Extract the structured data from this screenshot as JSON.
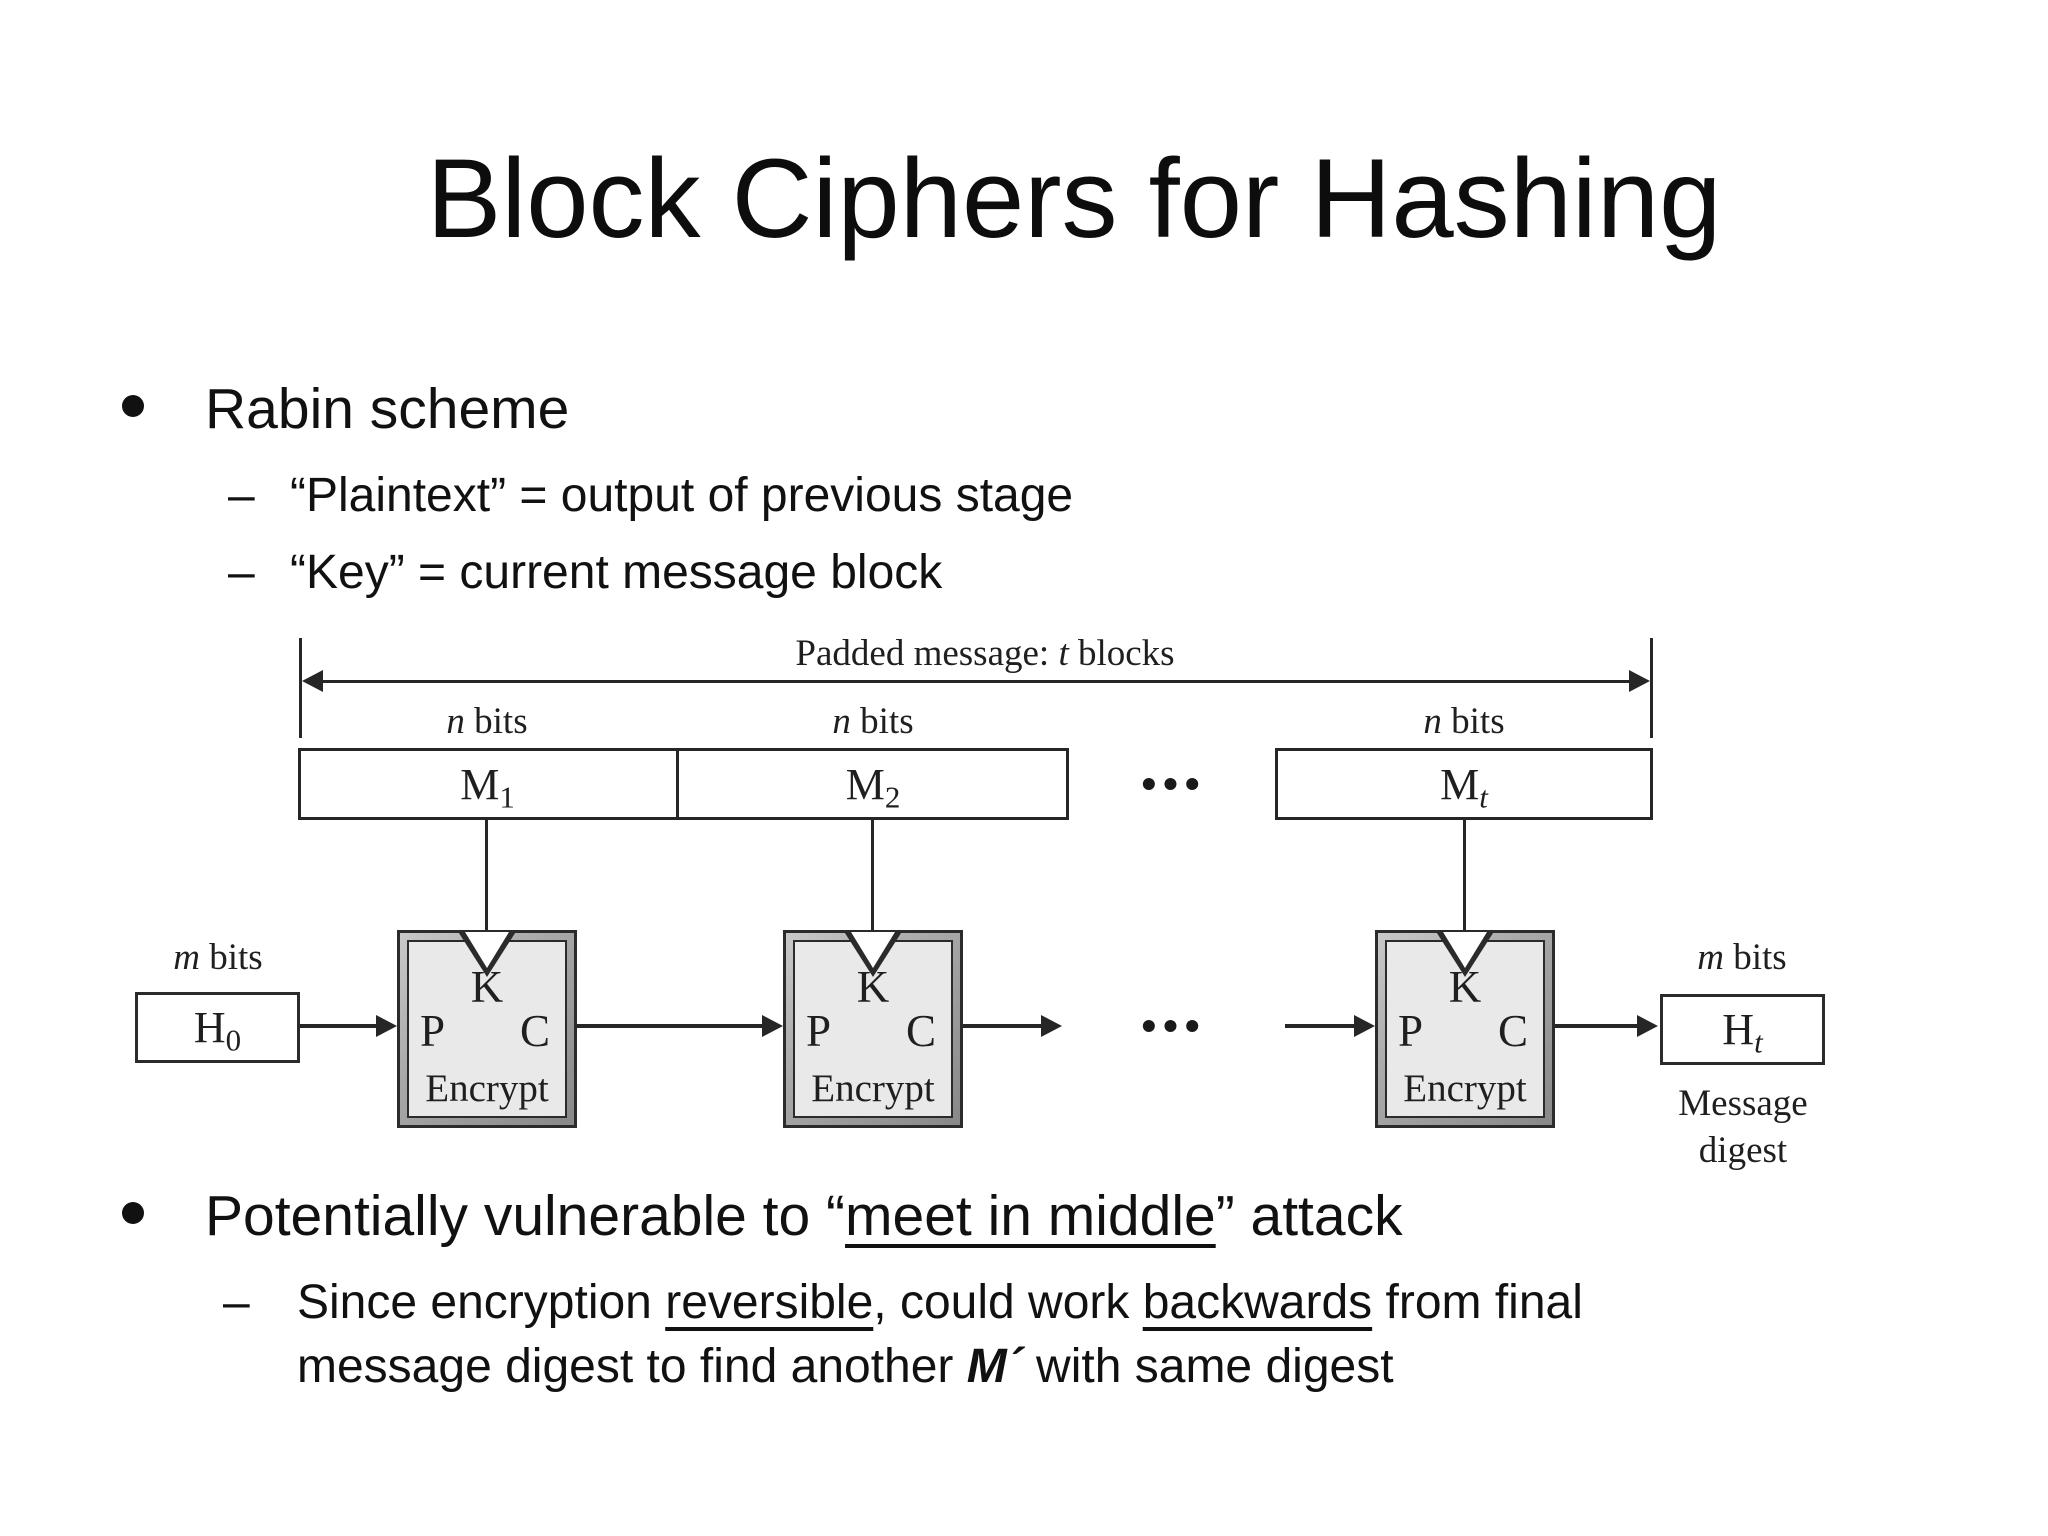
{
  "title": "Block Ciphers for Hashing",
  "bullets": {
    "dash": "–",
    "b1": "Rabin scheme",
    "b1_sub1": "“Plaintext” = output of previous stage",
    "b1_sub2": "“Key” = current message block",
    "b2_pre": "Potentially vulnerable to “",
    "b2_underlined": "meet in middle",
    "b2_post": "” attack",
    "b3_pre": "Since encryption ",
    "b3_u1": "reversible",
    "b3_mid": ", could work ",
    "b3_u2": "backwards",
    "b3_post": " from final",
    "b3_l2_pre": "message digest to find another ",
    "b3_l2_var": "M´",
    "b3_l2_post": " with same digest"
  },
  "diagram": {
    "padded_pre": "Padded message: ",
    "padded_var": "t",
    "padded_post": " blocks",
    "nbits_var": "n",
    "nbits_rest": " bits",
    "mbits_var": "m",
    "mbits_rest": " bits",
    "m1": {
      "base": "M",
      "sub": "1"
    },
    "m2": {
      "base": "M",
      "sub": "2"
    },
    "mt": {
      "base": "M",
      "sub": "t"
    },
    "h0": {
      "base": "H",
      "sub": "0"
    },
    "ht": {
      "base": "H",
      "sub": "t"
    },
    "dots": "•••",
    "encrypt_boxes": [
      {
        "k": "K",
        "p": "P",
        "c": "C",
        "label": "Encrypt"
      },
      {
        "k": "K",
        "p": "P",
        "c": "C",
        "label": "Encrypt"
      },
      {
        "k": "K",
        "p": "P",
        "c": "C",
        "label": "Encrypt"
      }
    ],
    "digest_line1": "Message",
    "digest_line2": "digest",
    "colors": {
      "line": "#262626",
      "box_fill": "#e9e9e9",
      "frame": "#9a9a9a"
    }
  }
}
